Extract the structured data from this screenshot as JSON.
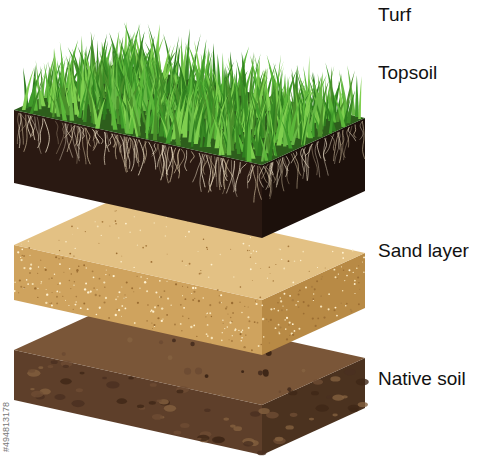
{
  "diagram": {
    "labels": [
      "Turf",
      "Topsoil",
      "Sand layer",
      "Native soil",
      "#494813178"
    ]
  }
}
